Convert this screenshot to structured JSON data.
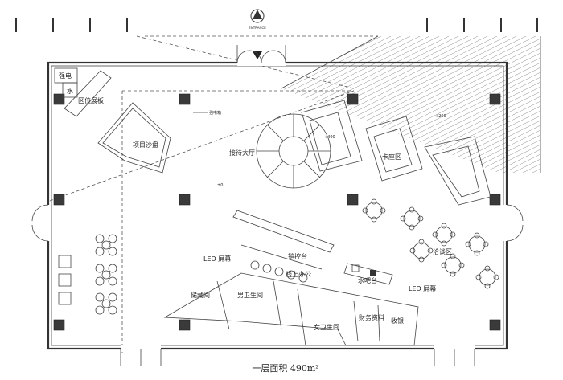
{
  "labels": {
    "strong_power": "强电",
    "water": "水",
    "location_board": "区位展板",
    "sand_table": "项目沙盘",
    "reception_hall": "接待大厅",
    "strong_power_box": "强电箱",
    "booth_area": "卡座区",
    "led_screen_left": "LED 屏幕",
    "sales_desk": "销控台",
    "office": "线上办公",
    "water_bar": "水吧台",
    "led_screen_right": "LED 屏幕",
    "negotiation_area": "洽谈区",
    "storage": "储藏间",
    "mens_toilet": "男卫生间",
    "womens_toilet": "女卫生间",
    "finance": "财务资料",
    "cashier": "收银"
  },
  "markers": {
    "m1": "+400",
    "m2": "+200",
    "m3": "±0"
  },
  "compass_label": "ENTRANCE",
  "caption": {
    "title": "一层面积 490m²"
  }
}
